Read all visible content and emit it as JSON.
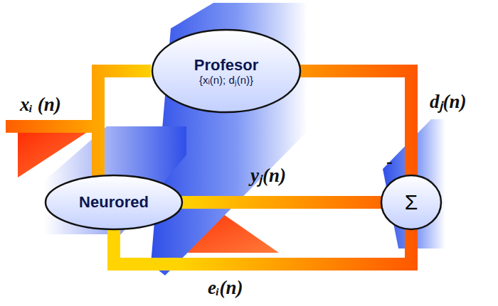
{
  "diagram": {
    "nodes": [
      {
        "text": [
          "Profesor",
          "{xᵢ(n); dⱼ(n)}"
        ]
      },
      {
        "text": [
          "Neurored"
        ]
      },
      {
        "text": [
          "Σ"
        ]
      }
    ],
    "edges": [
      {
        "from": 0,
        "to": 2,
        "label": "dⱼ(n)",
        "arrow": "none"
      },
      {
        "from": 1,
        "to": 2,
        "label": "yⱼ(n)",
        "arrow": "none"
      },
      {
        "from": 2,
        "to": 1,
        "label": "eᵢ(n)",
        "arrow": "none"
      }
    ],
    "labels": [
      "xᵢ (n)",
      "-"
    ]
  }
}
